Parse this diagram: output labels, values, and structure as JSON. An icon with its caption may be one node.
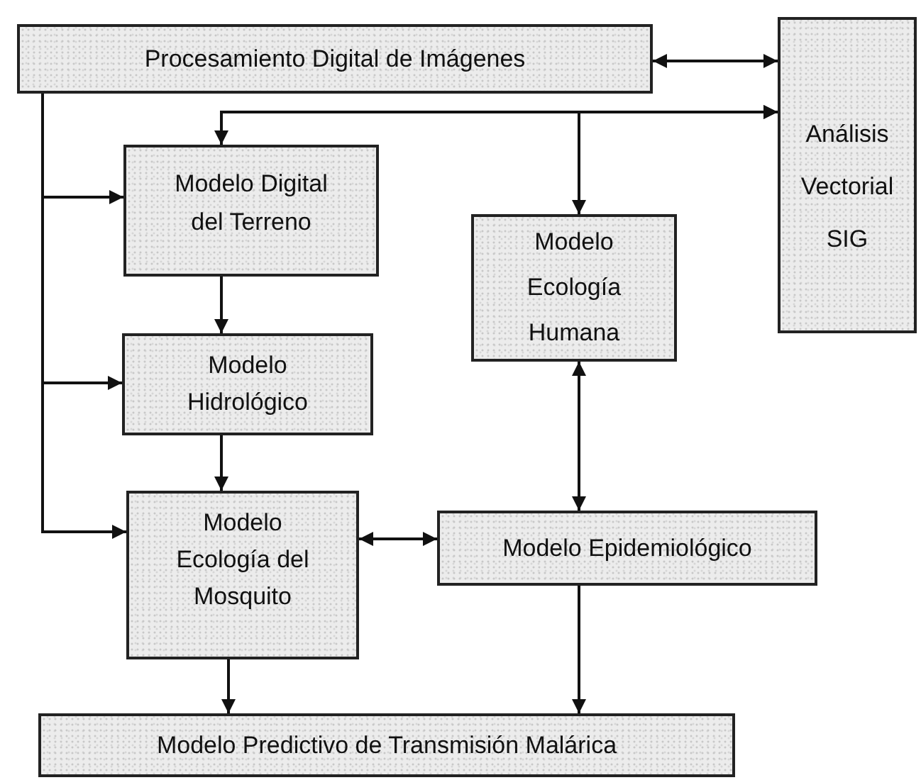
{
  "diagram": {
    "nodes": [
      {
        "text": [
          "Procesamiento Digital de Imágenes"
        ]
      },
      {
        "text": [
          "Análisis Vectorial SIG"
        ]
      },
      {
        "text": [
          "Modelo Digital del Terreno"
        ]
      },
      {
        "text": [
          "Modelo Ecología Humana"
        ]
      },
      {
        "text": [
          "Modelo Hidrológico"
        ]
      },
      {
        "text": [
          "Modelo Ecología del Mosquito"
        ]
      },
      {
        "text": [
          "Modelo Epidemiológico"
        ]
      },
      {
        "text": [
          "Modelo Predictivo de Transmisión Malárica"
        ]
      }
    ],
    "edges": [
      {
        "from": 0,
        "to": 1,
        "arrow": "both"
      },
      {
        "from": 1,
        "to": 2,
        "arrow": "both"
      },
      {
        "from": 1,
        "to": 3,
        "arrow": "both"
      },
      {
        "from": 0,
        "to": 2,
        "arrow": "to"
      },
      {
        "from": 0,
        "to": 4,
        "arrow": "to"
      },
      {
        "from": 0,
        "to": 5,
        "arrow": "to"
      },
      {
        "from": 2,
        "to": 4,
        "arrow": "to"
      },
      {
        "from": 4,
        "to": 5,
        "arrow": "to"
      },
      {
        "from": 3,
        "to": 6,
        "arrow": "both"
      },
      {
        "from": 5,
        "to": 6,
        "arrow": "both"
      },
      {
        "from": 5,
        "to": 7,
        "arrow": "to"
      },
      {
        "from": 6,
        "to": 7,
        "arrow": "to"
      }
    ]
  }
}
